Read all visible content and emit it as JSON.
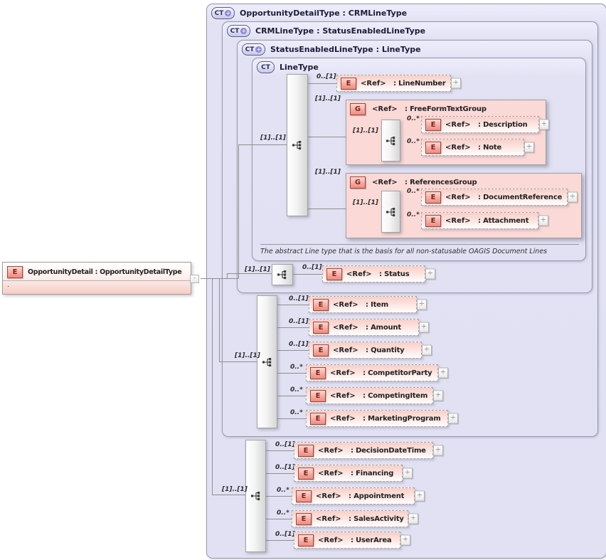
{
  "icons": {
    "complex_type": "CT",
    "element": "E",
    "group": "G",
    "derived_plus": "+",
    "expand": "+",
    "collapse": "-"
  },
  "palette": {
    "container_lavender": "#e1e1f3",
    "element_pink": "#f8cfc8",
    "icon_red": "#ee8d80",
    "line_gray": "#8f8f8f"
  },
  "root_element": {
    "label": "OpportunityDetail : OpportunityDetailType",
    "annotation": "."
  },
  "containers": {
    "outer": {
      "title": "OpportunityDetailType : CRMLineType"
    },
    "crm": {
      "title": "CRMLineType : StatusEnabledLineType"
    },
    "status": {
      "title": "StatusEnabledLineType : LineType"
    },
    "line": {
      "title": "LineType",
      "annotation": "The abstract Line type that is the basis for all non-statusable OAGIS Document Lines"
    }
  },
  "line_type": {
    "sequence_card": "[1]..[1]",
    "line_number": {
      "card": "0..[1]",
      "ref": "<Ref>",
      "name": ": LineNumber"
    },
    "free_form_text_group": {
      "card": "[1]..[1]",
      "ref": "<Ref>",
      "name": ": FreeFormTextGroup",
      "sequence_card": "[1]..[1]",
      "description": {
        "card": "0..*",
        "ref": "<Ref>",
        "name": ": Description"
      },
      "note": {
        "card": "0..*",
        "ref": "<Ref>",
        "name": ": Note"
      }
    },
    "references_group": {
      "card": "[1]..[1]",
      "ref": "<Ref>",
      "name": ": ReferencesGroup",
      "sequence_card": "[1]..[1]",
      "document_reference": {
        "card": "0..*",
        "ref": "<Ref>",
        "name": ": DocumentReference"
      },
      "attachment": {
        "card": "0..*",
        "ref": "<Ref>",
        "name": ": Attachment"
      }
    }
  },
  "status_enabled": {
    "sequence_card": "[1]..[1]",
    "status": {
      "card": "0..[1]",
      "ref": "<Ref>",
      "name": ": Status"
    }
  },
  "crm_line": {
    "sequence_card": "[1]..[1]",
    "item": {
      "card": "0..[1]",
      "ref": "<Ref>",
      "name": ": Item"
    },
    "amount": {
      "card": "0..[1]",
      "ref": "<Ref>",
      "name": ": Amount"
    },
    "quantity": {
      "card": "0..[1]",
      "ref": "<Ref>",
      "name": ": Quantity"
    },
    "competitor_party": {
      "card": "0..*",
      "ref": "<Ref>",
      "name": ": CompetitorParty"
    },
    "competing_item": {
      "card": "0..*",
      "ref": "<Ref>",
      "name": ": CompetingItem"
    },
    "marketing_program": {
      "card": "0..*",
      "ref": "<Ref>",
      "name": ": MarketingProgram"
    }
  },
  "opportunity_detail": {
    "sequence_card": "[1]..[1]",
    "decision_date_time": {
      "card": "0..[1]",
      "ref": "<Ref>",
      "name": ": DecisionDateTime"
    },
    "financing": {
      "card": "0..[1]",
      "ref": "<Ref>",
      "name": ": Financing"
    },
    "appointment": {
      "card": "0..*",
      "ref": "<Ref>",
      "name": ": Appointment"
    },
    "sales_activity": {
      "card": "0..*",
      "ref": "<Ref>",
      "name": ": SalesActivity"
    },
    "user_area": {
      "card": "0..[1]",
      "ref": "<Ref>",
      "name": ": UserArea"
    }
  }
}
